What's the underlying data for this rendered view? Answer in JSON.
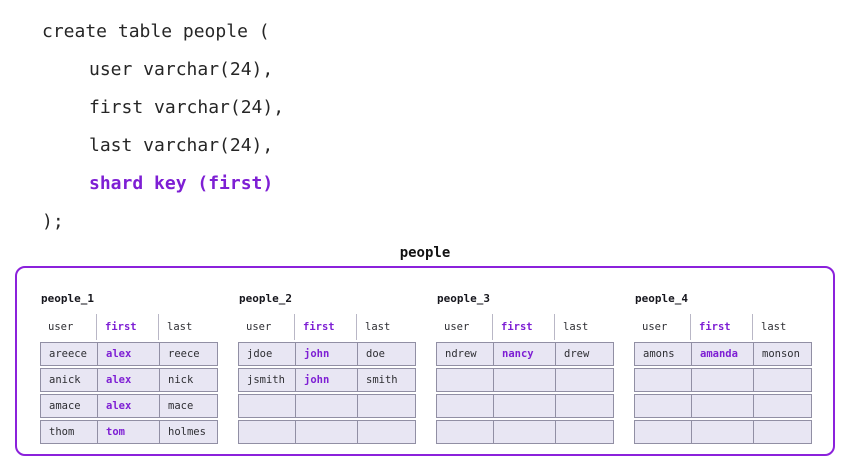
{
  "code_block": {
    "lines": [
      {
        "text": "create table people (",
        "indent": false,
        "shard_key": false
      },
      {
        "text": "user varchar(24),",
        "indent": true,
        "shard_key": false
      },
      {
        "text": "first varchar(24),",
        "indent": true,
        "shard_key": false
      },
      {
        "text": "last varchar(24),",
        "indent": true,
        "shard_key": false
      },
      {
        "text": "shard key (first)",
        "indent": true,
        "shard_key": true
      },
      {
        "text": ");",
        "indent": false,
        "shard_key": false
      }
    ]
  },
  "cluster": {
    "label": "people",
    "column_headers": [
      "user",
      "first",
      "last"
    ],
    "shard_key_column_index": 1,
    "shards": [
      {
        "name": "people_1",
        "rows": [
          [
            "areece",
            "alex",
            "reece"
          ],
          [
            "anick",
            "alex",
            "nick"
          ],
          [
            "amace",
            "alex",
            "mace"
          ],
          [
            "thom",
            "tom",
            "holmes"
          ]
        ]
      },
      {
        "name": "people_2",
        "rows": [
          [
            "jdoe",
            "john",
            "doe"
          ],
          [
            "jsmith",
            "john",
            "smith"
          ],
          [
            "",
            "",
            ""
          ],
          [
            "",
            "",
            ""
          ]
        ]
      },
      {
        "name": "people_3",
        "rows": [
          [
            "ndrew",
            "nancy",
            "drew"
          ],
          [
            "",
            "",
            ""
          ],
          [
            "",
            "",
            ""
          ],
          [
            "",
            "",
            ""
          ]
        ]
      },
      {
        "name": "people_4",
        "rows": [
          [
            "amons",
            "amanda",
            "monson"
          ],
          [
            "",
            "",
            ""
          ],
          [
            "",
            "",
            ""
          ],
          [
            "",
            "",
            ""
          ]
        ]
      }
    ]
  },
  "colors": {
    "purple": "#7e1fd4",
    "container_border": "#8b21db",
    "code_text": "#262626",
    "cell_bg": "#e8e6f3",
    "cell_border": "#918fa4",
    "header_sep": "#b9b7c6"
  }
}
